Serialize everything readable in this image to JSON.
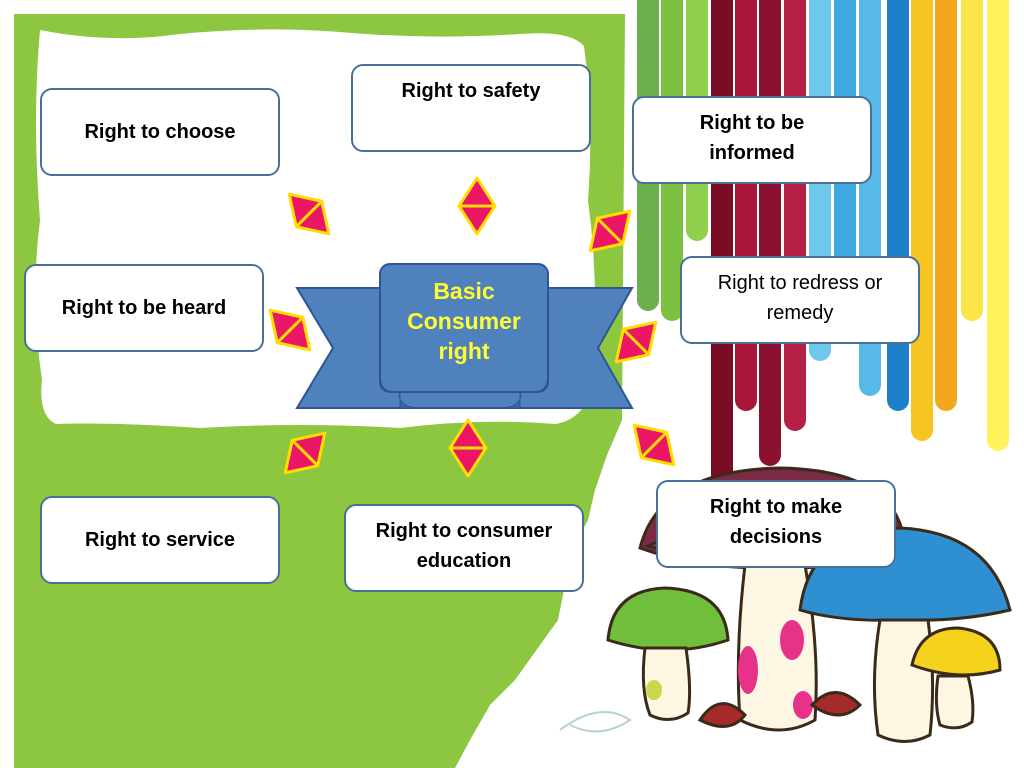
{
  "center": {
    "label_lines": [
      "Basic",
      "Consumer",
      "right"
    ]
  },
  "rights": [
    {
      "id": "choose",
      "label": "Right to choose"
    },
    {
      "id": "safety",
      "label": "Right to safety"
    },
    {
      "id": "informed",
      "label": "Right to be informed"
    },
    {
      "id": "heard",
      "label": "Right to be heard"
    },
    {
      "id": "redress",
      "label": "Right to redress or remedy"
    },
    {
      "id": "service",
      "label": "Right to service"
    },
    {
      "id": "education",
      "label": "Right to consumer education"
    },
    {
      "id": "decisions",
      "label": "Right to make decisions"
    }
  ],
  "colors": {
    "field_green": "#8dc63f",
    "ribbon_blue": "#4f81bd",
    "ribbon_text": "#ffff33",
    "box_border": "#4a6f96",
    "arrow_fill": "#ec1667",
    "arrow_border": "#ffde00"
  }
}
